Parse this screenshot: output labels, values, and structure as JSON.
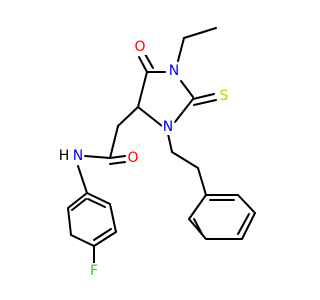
{
  "molecule": {
    "atom_labels": {
      "ring_carbonyl_oxygen": "O",
      "ring_nitrogen_ethyl": "N",
      "thione_sulfur": "S",
      "ring_nitrogen_phenethyl": "N",
      "amide_oxygen": "O",
      "amide_nitrogen": "N",
      "amide_hydrogen": "H",
      "fluorine": "F"
    },
    "colors": {
      "oxygen": "#ff0000",
      "nitrogen": "#0000ff",
      "sulfur": "#cccc00",
      "fluorine": "#33cc33",
      "hydrogen": "#000000",
      "bond": "#000000"
    }
  }
}
